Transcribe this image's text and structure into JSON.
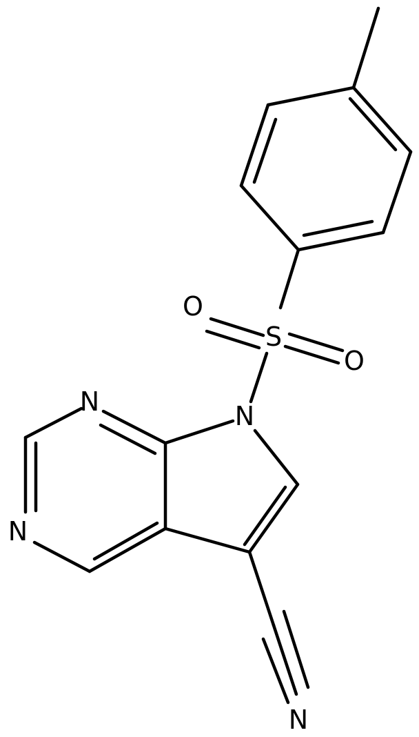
{
  "structure": {
    "atoms": {
      "sulfur": "S",
      "oxygen_upper": "O",
      "oxygen_lower": "O",
      "nitrogen_pyrrole": "N",
      "nitrogen_pyrimidine_top": "N",
      "nitrogen_pyrimidine_left": "N",
      "nitrogen_nitrile": "N"
    }
  }
}
